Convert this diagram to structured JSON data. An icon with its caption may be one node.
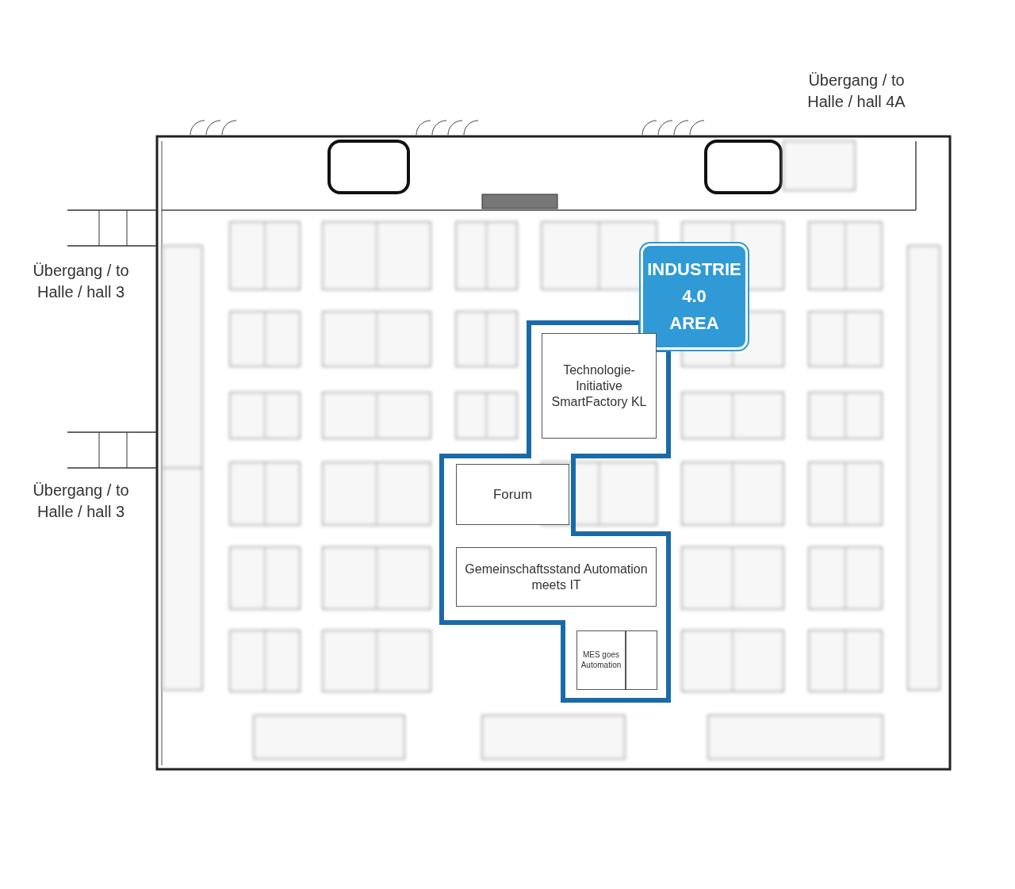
{
  "diagram": {
    "nodes": [
      {
        "text": [
          "INDUSTRIE 4.0 AREA"
        ]
      },
      {
        "text": [
          "Technologie-Initiative SmartFactory KL"
        ]
      },
      {
        "text": [
          "Forum"
        ]
      },
      {
        "text": [
          "Gemeinschaftsstand Automation meets IT"
        ]
      },
      {
        "text": [
          "MES goes Automation"
        ]
      },
      {
        "text": [],
        "shape": "box"
      }
    ],
    "edges": [],
    "labels": [
      "Übergang / to Halle / hall 4A",
      "Übergang / to Halle / hall 3",
      "Übergang / to Halle / hall 3"
    ]
  }
}
